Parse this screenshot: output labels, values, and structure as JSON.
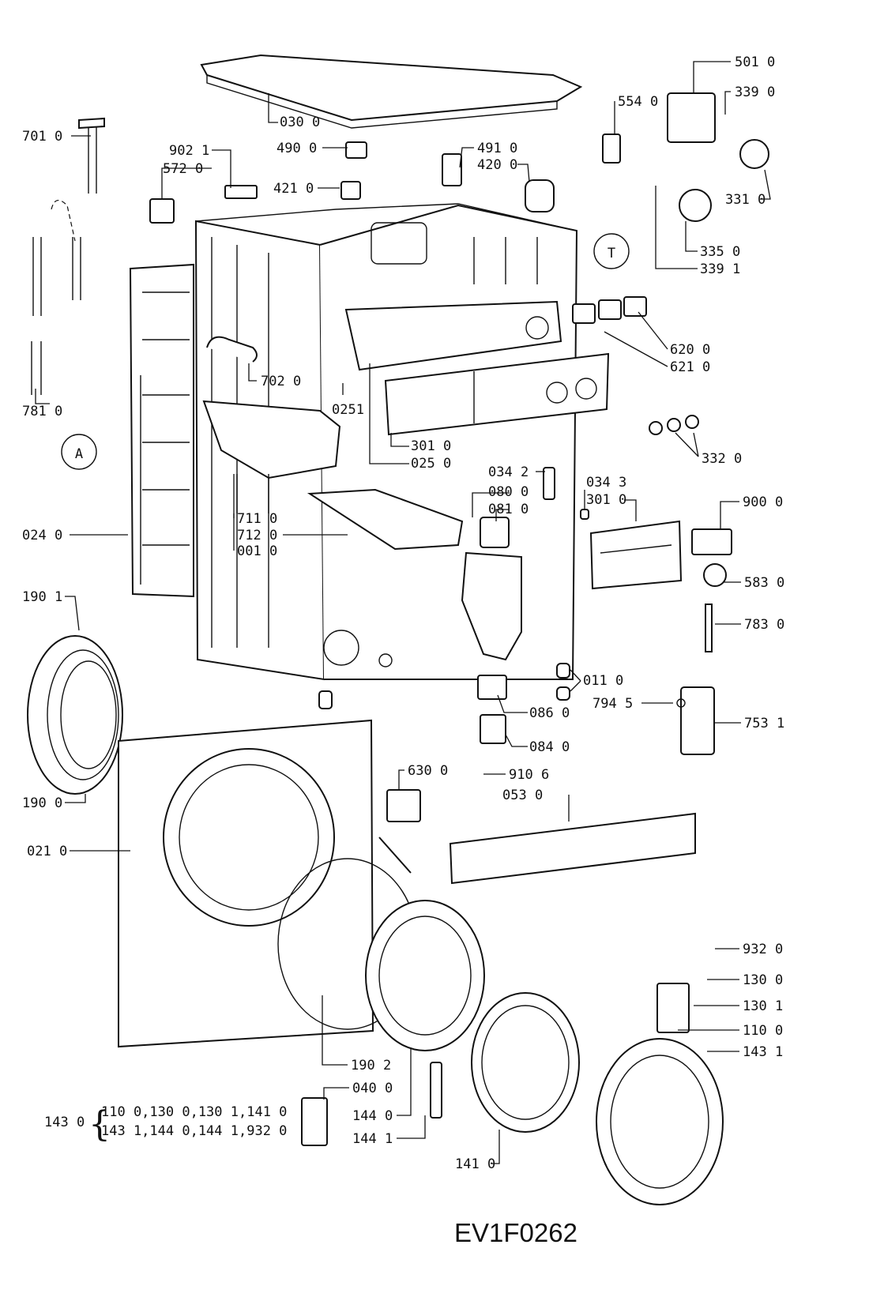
{
  "drawing_code": "EV1F0262",
  "callouts": [
    "030 0",
    "490 0",
    "491 0",
    "420 0",
    "421 0",
    "902 1",
    "572 0",
    "701 0",
    "781 0",
    "702 0",
    "0251",
    "301 0",
    "025 0",
    "711 0",
    "712 0",
    "001 0",
    "024 0",
    "554 0",
    "501 0",
    "339 0",
    "331 0",
    "335 0",
    "339 1",
    "620 0",
    "621 0",
    "332 0",
    "034 2",
    "034 3",
    "080 0",
    "081 0",
    "301 0",
    "900 0",
    "583 0",
    "783 0",
    "011 0",
    "794 5",
    "086 0",
    "753 1",
    "084 0",
    "910 6",
    "630 0",
    "053 0",
    "190 1",
    "190 0",
    "021 0",
    "190 2",
    "040 0",
    "144 0",
    "144 1",
    "141 0",
    "932 0",
    "130 0",
    "130 1",
    "110 0",
    "143 1"
  ],
  "detail_marker": "A",
  "detail_marker_2": "T",
  "kit": {
    "label": "143 0",
    "line1": "110 0,130 0,130 1,141 0",
    "line2": "143 1,144 0,144 1,932 0"
  }
}
